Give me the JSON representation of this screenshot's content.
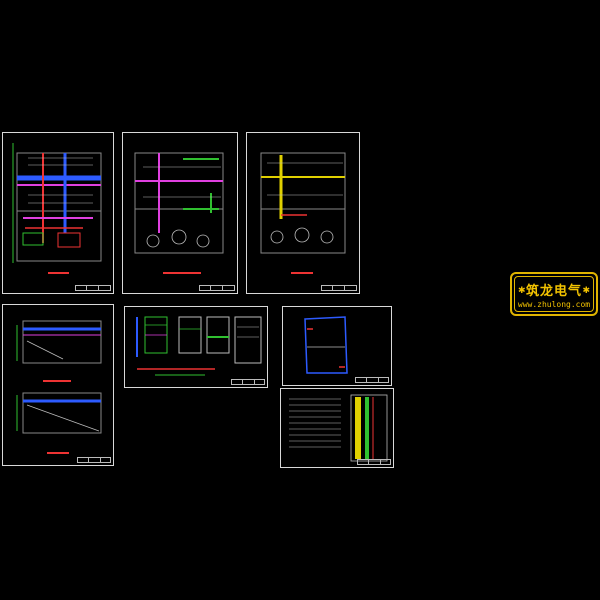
{
  "logo": {
    "title": "筑龙电气",
    "url": "www.zhulong.com",
    "star_left": "✱",
    "star_right": "✱",
    "colors": {
      "border": "#e0b400",
      "text": "#f2c200"
    }
  },
  "sheets": [
    {
      "id": "sheet-1",
      "kind": "floor-plan-color"
    },
    {
      "id": "sheet-2",
      "kind": "floor-plan-color"
    },
    {
      "id": "sheet-3",
      "kind": "floor-plan-color"
    },
    {
      "id": "sheet-4",
      "kind": "two-floor-plans"
    },
    {
      "id": "sheet-5",
      "kind": "system-diagrams"
    },
    {
      "id": "sheet-6",
      "kind": "site-plan"
    },
    {
      "id": "sheet-7",
      "kind": "equipment-legend-table"
    }
  ],
  "colors": {
    "background": "#000000",
    "frame": "#d8d8d8",
    "red": "#e33333",
    "blue": "#2d5bff",
    "magenta": "#e040e0",
    "yellow": "#e0d000",
    "green": "#30c030",
    "cyan": "#30d0d0"
  }
}
